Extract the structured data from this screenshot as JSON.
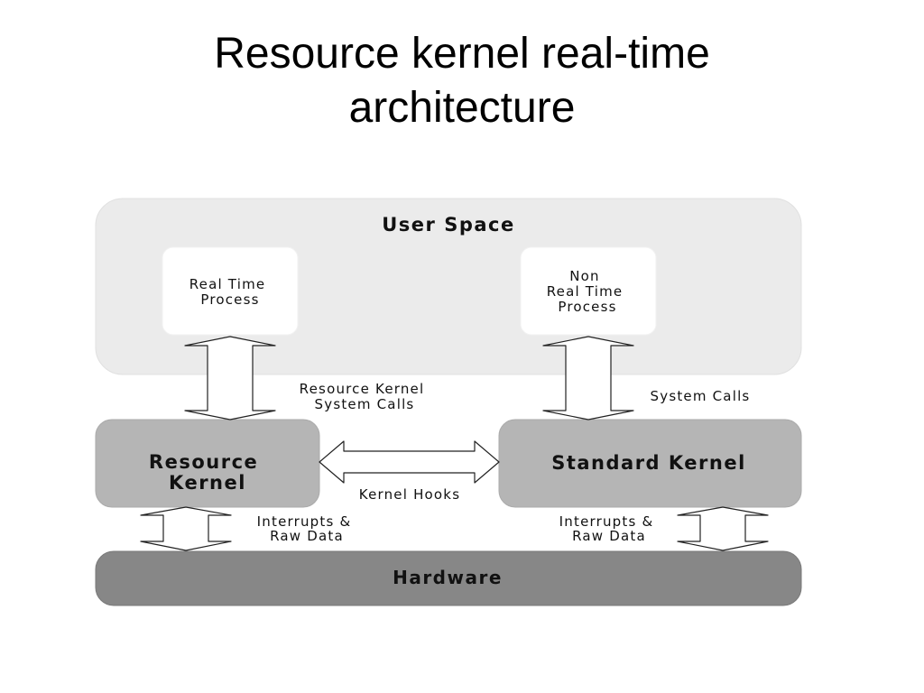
{
  "title": {
    "line1": "Resource kernel real-time",
    "line2": "architecture"
  },
  "diagram": {
    "user_space": {
      "label": "User Space"
    },
    "real_time_process": {
      "lines": [
        "Real Time",
        "Process"
      ]
    },
    "non_real_time_process": {
      "lines": [
        "Non",
        "Real Time",
        "Process"
      ]
    },
    "resource_kernel": {
      "lines": [
        "Resource",
        "Kernel"
      ]
    },
    "standard_kernel": {
      "label": "Standard Kernel"
    },
    "hardware": {
      "label": "Hardware"
    },
    "rk_system_calls": {
      "lines": [
        "Resource Kernel",
        "System Calls"
      ]
    },
    "system_calls": {
      "label": "System Calls"
    },
    "kernel_hooks": {
      "label": "Kernel Hooks"
    },
    "interrupts_left": {
      "lines": [
        "Interrupts &",
        "Raw Data"
      ]
    },
    "interrupts_right": {
      "lines": [
        "Interrupts &",
        "Raw Data"
      ]
    }
  },
  "colors": {
    "user_space_fill": "#ebebeb",
    "process_fill": "#ffffff",
    "kernel_fill": "#b5b5b5",
    "hardware_fill": "#878787",
    "arrow_stroke": "#222222"
  }
}
